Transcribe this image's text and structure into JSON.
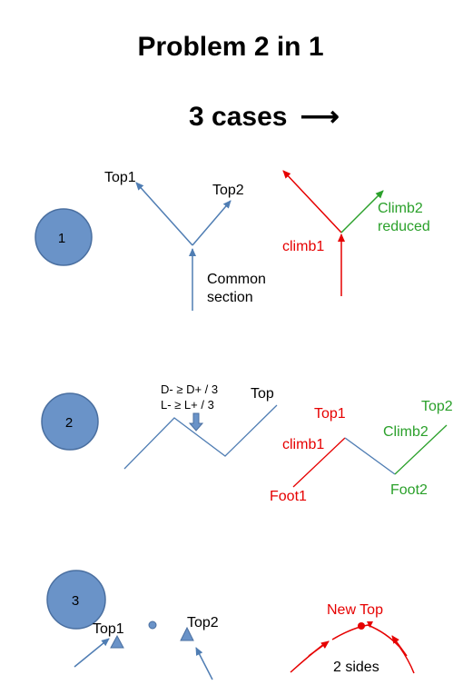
{
  "title": "Problem 2 in 1",
  "subtitle": "3 cases",
  "subtitle_arrow": "⟶",
  "colors": {
    "blue": "#4f7db3",
    "circle_fill": "#6a93c8",
    "circle_stroke": "#4a6fa0",
    "red": "#e60000",
    "green": "#2aa02a",
    "text": "#000000"
  },
  "case1": {
    "number": "1",
    "top1": "Top1",
    "top2": "Top2",
    "common_line1": "Common",
    "common_line2": "section",
    "climb1": "climb1",
    "climb2_line1": "Climb2",
    "climb2_line2": "reduced"
  },
  "case2": {
    "number": "2",
    "formula1": "D- ≥ D+ / 3",
    "formula2": "L-  ≥ L+ / 3",
    "top": "Top",
    "top1": "Top1",
    "climb1": "climb1",
    "foot1": "Foot1",
    "top2": "Top2",
    "climb2": "Climb2",
    "foot2": "Foot2"
  },
  "case3": {
    "number": "3",
    "top1": "Top1",
    "top2": "Top2",
    "new_top": "New Top",
    "two_sides": "2 sides"
  }
}
